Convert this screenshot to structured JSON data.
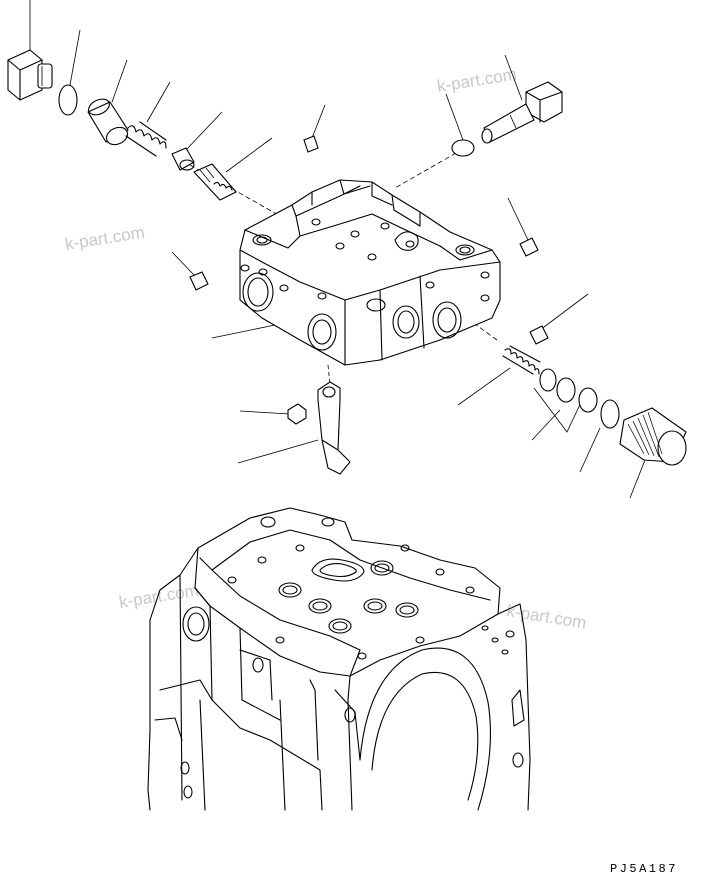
{
  "watermarks": [
    "k-part.com",
    "k-part.com",
    "k-part.com",
    "k-part.com"
  ],
  "drawing_code": "PJ5A187"
}
